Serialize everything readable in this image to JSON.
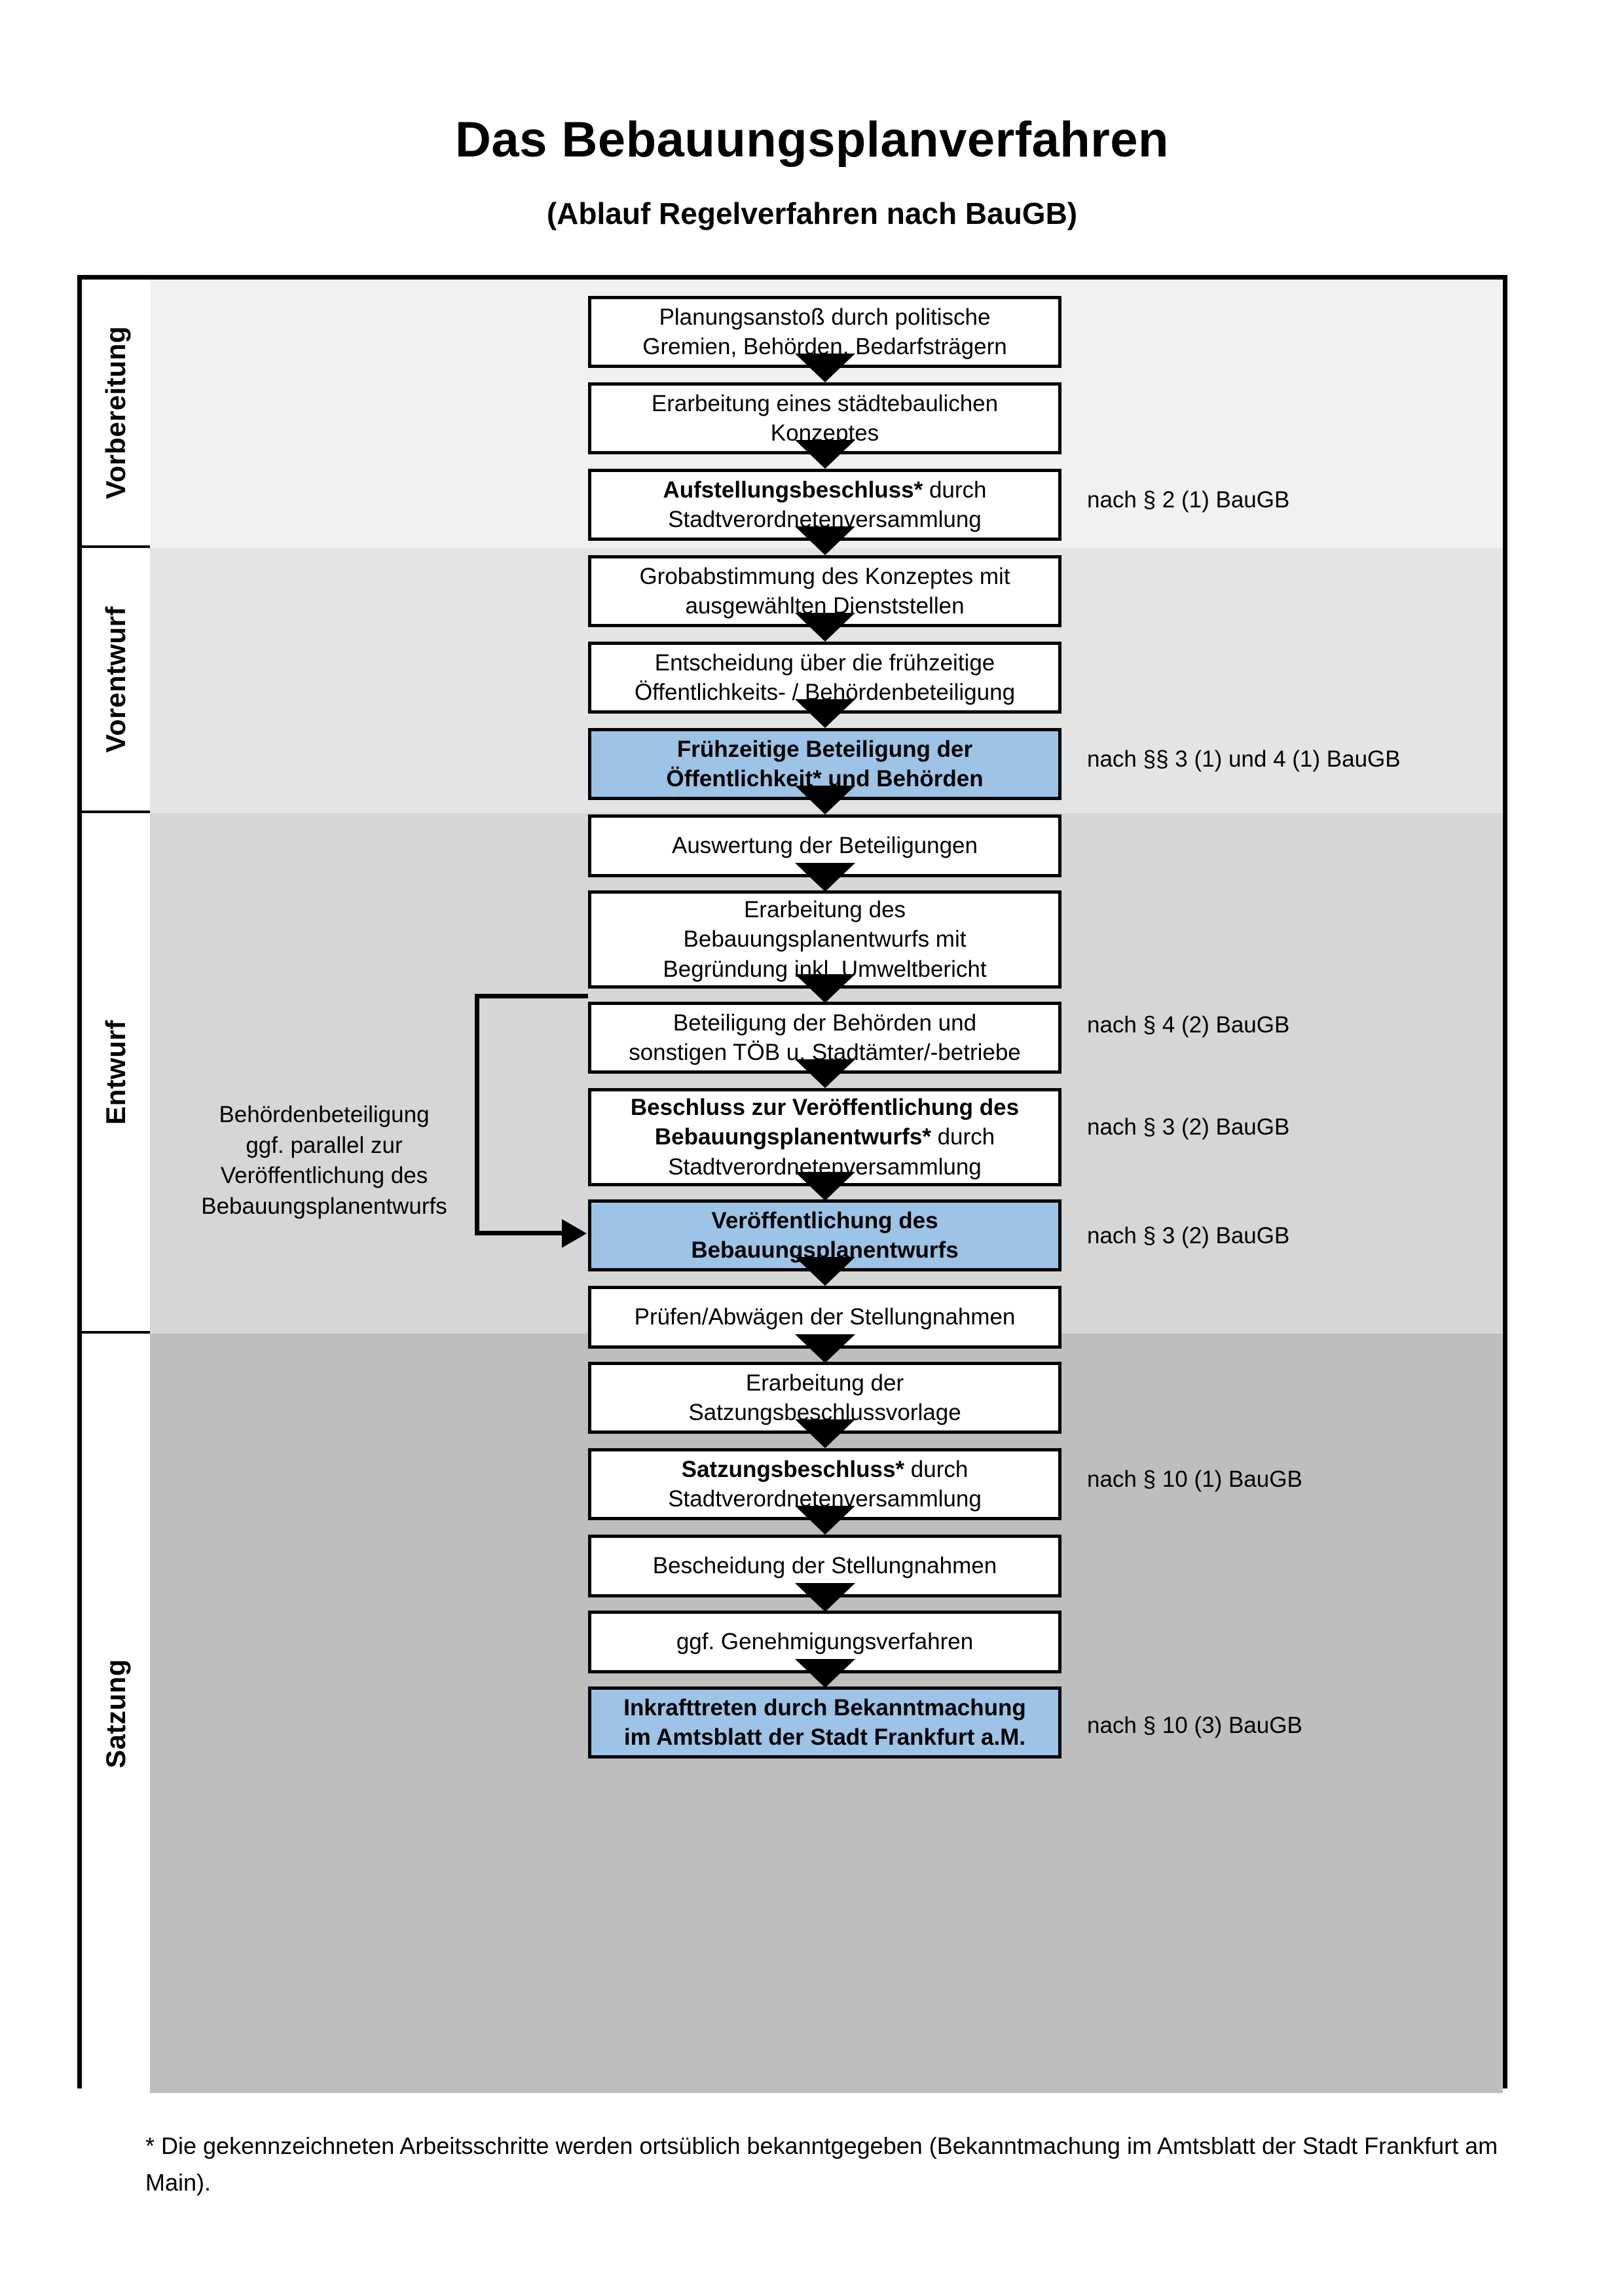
{
  "title": {
    "main": "Das Bebauungsplanverfahren",
    "sub": "(Ablauf Regelverfahren nach BauGB)"
  },
  "colors": {
    "band_vorbereitung": "#f1f1f1",
    "band_vorentwurf": "#e4e4e4",
    "band_entwurf": "#d6d6d6",
    "band_satzung": "#bebebe",
    "highlight_blue": "#9dc3e6",
    "outline": "#000000",
    "page_background": "#ffffff"
  },
  "phases": [
    {
      "label": "Vorbereitung"
    },
    {
      "label": "Vorentwurf"
    },
    {
      "label": "Entwurf"
    },
    {
      "label": "Satzung"
    }
  ],
  "side_note": "Behördenbeteiligung\nggf. parallel zur\nVeröffentlichung des\nBebauungsplanentwurfs",
  "steps": [
    {
      "id": "s1",
      "phase": "Vorbereitung",
      "highlight": false,
      "lines": [
        [
          {
            "t": "Planungsanstoß durch politische",
            "b": false
          }
        ],
        [
          {
            "t": "Gremien, Behörden, Bedarfsträgern",
            "b": false
          }
        ]
      ]
    },
    {
      "id": "s2",
      "phase": "Vorbereitung",
      "highlight": false,
      "lines": [
        [
          {
            "t": "Erarbeitung eines städtebaulichen",
            "b": false
          }
        ],
        [
          {
            "t": "Konzeptes",
            "b": false
          }
        ]
      ]
    },
    {
      "id": "s3",
      "phase": "Vorbereitung",
      "highlight": false,
      "lines": [
        [
          {
            "t": "Aufstellungsbeschluss*",
            "b": true
          },
          {
            "t": " durch",
            "b": false
          }
        ],
        [
          {
            "t": "Stadtverordnetenversammlung",
            "b": false
          }
        ]
      ]
    },
    {
      "id": "s4",
      "phase": "Vorentwurf",
      "highlight": false,
      "lines": [
        [
          {
            "t": "Grobabstimmung des Konzeptes mit",
            "b": false
          }
        ],
        [
          {
            "t": "ausgewählten Dienststellen",
            "b": false
          }
        ]
      ]
    },
    {
      "id": "s5",
      "phase": "Vorentwurf",
      "highlight": false,
      "lines": [
        [
          {
            "t": "Entscheidung über die frühzeitige",
            "b": false
          }
        ],
        [
          {
            "t": "Öffentlichkeits- / Behördenbeteiligung",
            "b": false
          }
        ]
      ]
    },
    {
      "id": "s6",
      "phase": "Vorentwurf",
      "highlight": true,
      "lines": [
        [
          {
            "t": "Frühzeitige Beteiligung der",
            "b": true
          }
        ],
        [
          {
            "t": "Öffentlichkeit* und Behörden",
            "b": true
          }
        ]
      ]
    },
    {
      "id": "s7",
      "phase": "Entwurf",
      "highlight": false,
      "lines": [
        [
          {
            "t": "Auswertung der Beteiligungen",
            "b": false
          }
        ]
      ]
    },
    {
      "id": "s8",
      "phase": "Entwurf",
      "highlight": false,
      "lines": [
        [
          {
            "t": "Erarbeitung des",
            "b": false
          }
        ],
        [
          {
            "t": "Bebauungsplanentwurfs mit",
            "b": false
          }
        ],
        [
          {
            "t": "Begründung inkl. Umweltbericht",
            "b": false
          }
        ]
      ]
    },
    {
      "id": "s9",
      "phase": "Entwurf",
      "highlight": false,
      "lines": [
        [
          {
            "t": "Beteiligung der Behörden und",
            "b": false
          }
        ],
        [
          {
            "t": "sonstigen TÖB u. Stadtämter/-betriebe",
            "b": false
          }
        ]
      ]
    },
    {
      "id": "s10",
      "phase": "Entwurf",
      "highlight": false,
      "lines": [
        [
          {
            "t": "Beschluss zur Veröffentlichung des",
            "b": true
          }
        ],
        [
          {
            "t": "Bebauungsplanentwurfs*",
            "b": true
          },
          {
            "t": " durch",
            "b": false
          }
        ],
        [
          {
            "t": "Stadtverordnetenversammlung",
            "b": false
          }
        ]
      ]
    },
    {
      "id": "s11",
      "phase": "Entwurf",
      "highlight": true,
      "lines": [
        [
          {
            "t": "Veröffentlichung des",
            "b": true
          }
        ],
        [
          {
            "t": "Bebauungsplanentwurfs",
            "b": true
          }
        ]
      ]
    },
    {
      "id": "s12",
      "phase": "Satzung",
      "highlight": false,
      "lines": [
        [
          {
            "t": "Prüfen/Abwägen der Stellungnahmen",
            "b": false
          }
        ]
      ]
    },
    {
      "id": "s13",
      "phase": "Satzung",
      "highlight": false,
      "lines": [
        [
          {
            "t": "Erarbeitung der",
            "b": false
          }
        ],
        [
          {
            "t": "Satzungsbeschlussvorlage",
            "b": false
          }
        ]
      ]
    },
    {
      "id": "s14",
      "phase": "Satzung",
      "highlight": false,
      "lines": [
        [
          {
            "t": "Satzungsbeschluss*",
            "b": true
          },
          {
            "t": " durch",
            "b": false
          }
        ],
        [
          {
            "t": "Stadtverordnetenversammlung",
            "b": false
          }
        ]
      ]
    },
    {
      "id": "s15",
      "phase": "Satzung",
      "highlight": false,
      "lines": [
        [
          {
            "t": "Bescheidung der Stellungnahmen",
            "b": false
          }
        ]
      ]
    },
    {
      "id": "s16",
      "phase": "Satzung",
      "highlight": false,
      "lines": [
        [
          {
            "t": "ggf. Genehmigungsverfahren",
            "b": false
          }
        ]
      ]
    },
    {
      "id": "s17",
      "phase": "Satzung",
      "highlight": true,
      "lines": [
        [
          {
            "t": "Inkrafttreten",
            "b": true
          },
          {
            "t": " durch Bekanntmachung",
            "b": false
          }
        ],
        [
          {
            "t": "im Amtsblatt der Stadt Frankfurt a.M.",
            "b": false
          }
        ]
      ]
    }
  ],
  "law_notes": [
    {
      "id": "l1",
      "text": "nach § 2 (1) BauGB",
      "step": "s3"
    },
    {
      "id": "l2",
      "text": "nach §§ 3 (1) und 4 (1) BauGB",
      "step": "s6"
    },
    {
      "id": "l3",
      "text": "nach § 4 (2) BauGB",
      "step": "s9"
    },
    {
      "id": "l4",
      "text": "nach § 3 (2) BauGB",
      "step": "s10"
    },
    {
      "id": "l5",
      "text": "nach § 3 (2) BauGB",
      "step": "s11"
    },
    {
      "id": "l6",
      "text": "nach § 10 (1) BauGB",
      "step": "s14"
    },
    {
      "id": "l7",
      "text": "nach § 10 (3) BauGB",
      "step": "s17"
    }
  ],
  "footnote": "* Die gekennzeichneten Arbeitsschritte werden ortsüblich bekanntgegeben (Bekanntmachung im Amtsblatt  der Stadt Frankfurt am Main)."
}
